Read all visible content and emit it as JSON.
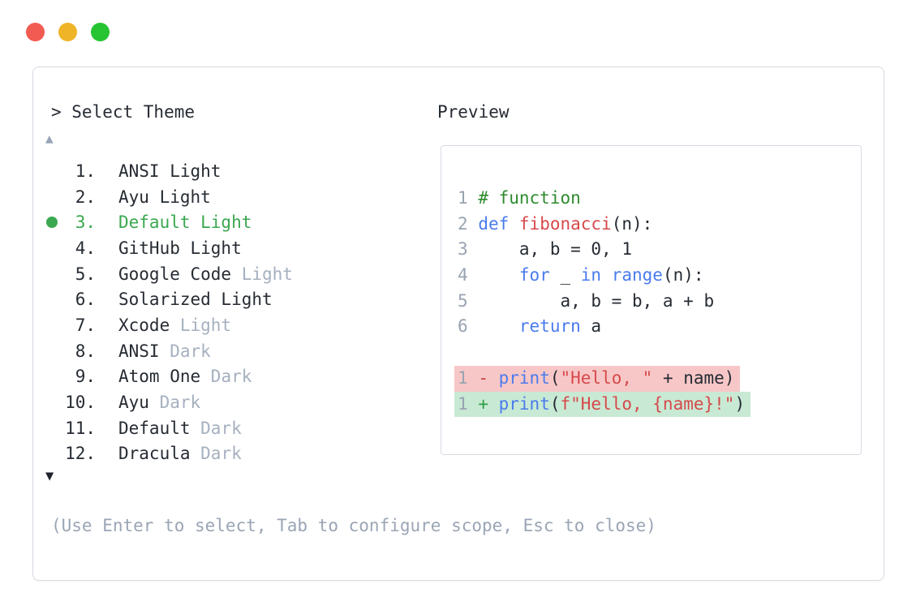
{
  "window": {
    "controls": [
      {
        "name": "close",
        "color": "#f15b51"
      },
      {
        "name": "minimize",
        "color": "#f0b429"
      },
      {
        "name": "zoom",
        "color": "#26c432"
      }
    ]
  },
  "theme_picker": {
    "prompt": "> Select Theme",
    "scroll_up_icon": "▲",
    "scroll_down_icon": "▼",
    "items": [
      {
        "number": "1.",
        "label": "ANSI Light",
        "muted": "",
        "selected": false
      },
      {
        "number": "2.",
        "label": "Ayu Light",
        "muted": "",
        "selected": false
      },
      {
        "number": "3.",
        "label": "Default Light",
        "muted": "",
        "selected": true
      },
      {
        "number": "4.",
        "label": "GitHub Light",
        "muted": "",
        "selected": false
      },
      {
        "number": "5.",
        "label": "Google Code",
        "muted": "Light",
        "selected": false
      },
      {
        "number": "6.",
        "label": "Solarized Light",
        "muted": "",
        "selected": false
      },
      {
        "number": "7.",
        "label": "Xcode",
        "muted": "Light",
        "selected": false
      },
      {
        "number": "8.",
        "label": "ANSI",
        "muted": "Dark",
        "selected": false
      },
      {
        "number": "9.",
        "label": "Atom One",
        "muted": "Dark",
        "selected": false
      },
      {
        "number": "10.",
        "label": "Ayu",
        "muted": "Dark",
        "selected": false
      },
      {
        "number": "11.",
        "label": "Default",
        "muted": "Dark",
        "selected": false
      },
      {
        "number": "12.",
        "label": "Dracula",
        "muted": "Dark",
        "selected": false
      }
    ],
    "hint": "(Use Enter to select, Tab to configure scope, Esc to close)"
  },
  "preview": {
    "title": "Preview",
    "code_lines": [
      {
        "num": "1",
        "tokens": [
          {
            "t": "# function",
            "c": "comment"
          }
        ]
      },
      {
        "num": "2",
        "tokens": [
          {
            "t": "def",
            "c": "keyword"
          },
          {
            "t": " ",
            "c": "plain"
          },
          {
            "t": "fibonacci",
            "c": "function"
          },
          {
            "t": "(n):",
            "c": "plain"
          }
        ]
      },
      {
        "num": "3",
        "tokens": [
          {
            "t": "    a, b = 0, 1",
            "c": "plain"
          }
        ]
      },
      {
        "num": "4",
        "tokens": [
          {
            "t": "    ",
            "c": "plain"
          },
          {
            "t": "for",
            "c": "keyword"
          },
          {
            "t": " _ ",
            "c": "plain"
          },
          {
            "t": "in",
            "c": "keyword"
          },
          {
            "t": " ",
            "c": "plain"
          },
          {
            "t": "range",
            "c": "keyword"
          },
          {
            "t": "(n):",
            "c": "plain"
          }
        ]
      },
      {
        "num": "5",
        "tokens": [
          {
            "t": "        a, b = b, a + b",
            "c": "plain"
          }
        ]
      },
      {
        "num": "6",
        "tokens": [
          {
            "t": "    ",
            "c": "plain"
          },
          {
            "t": "return",
            "c": "keyword"
          },
          {
            "t": " a",
            "c": "plain"
          }
        ]
      }
    ],
    "diff_lines": [
      {
        "num": "1",
        "sign": "-",
        "kind": "removed",
        "tokens": [
          {
            "t": "print",
            "c": "keyword"
          },
          {
            "t": "(",
            "c": "plain"
          },
          {
            "t": "\"Hello, \"",
            "c": "string"
          },
          {
            "t": " + name)",
            "c": "plain"
          }
        ]
      },
      {
        "num": "1",
        "sign": "+",
        "kind": "added",
        "tokens": [
          {
            "t": "print",
            "c": "keyword"
          },
          {
            "t": "(",
            "c": "plain"
          },
          {
            "t": "f\"Hello, {name}!\"",
            "c": "string"
          },
          {
            "t": ")",
            "c": "plain"
          }
        ]
      }
    ]
  },
  "colors": {
    "text_dark": "#262b33",
    "muted_gray": "#a6b0bf",
    "hint_gray": "#9aa5b5",
    "line_number_gray": "#99a3b1",
    "keyword_blue": "#4a7bec",
    "function_red": "#d6494b",
    "string_red": "#d6494b",
    "comment_green": "#2e8b2e",
    "selected_green": "#3aa850",
    "diff_minus": "#c74343",
    "diff_plus": "#2e9e44",
    "diff_removed_bg": "#f7c7c7",
    "diff_added_bg": "#c8e9d4",
    "border_gray": "#d6dae1",
    "arrow_up_gray": "#97a3b7",
    "arrow_down_dark": "#1d222b",
    "traffic_red": "#f15b51",
    "traffic_yellow": "#f0b429",
    "traffic_green": "#26c432"
  }
}
